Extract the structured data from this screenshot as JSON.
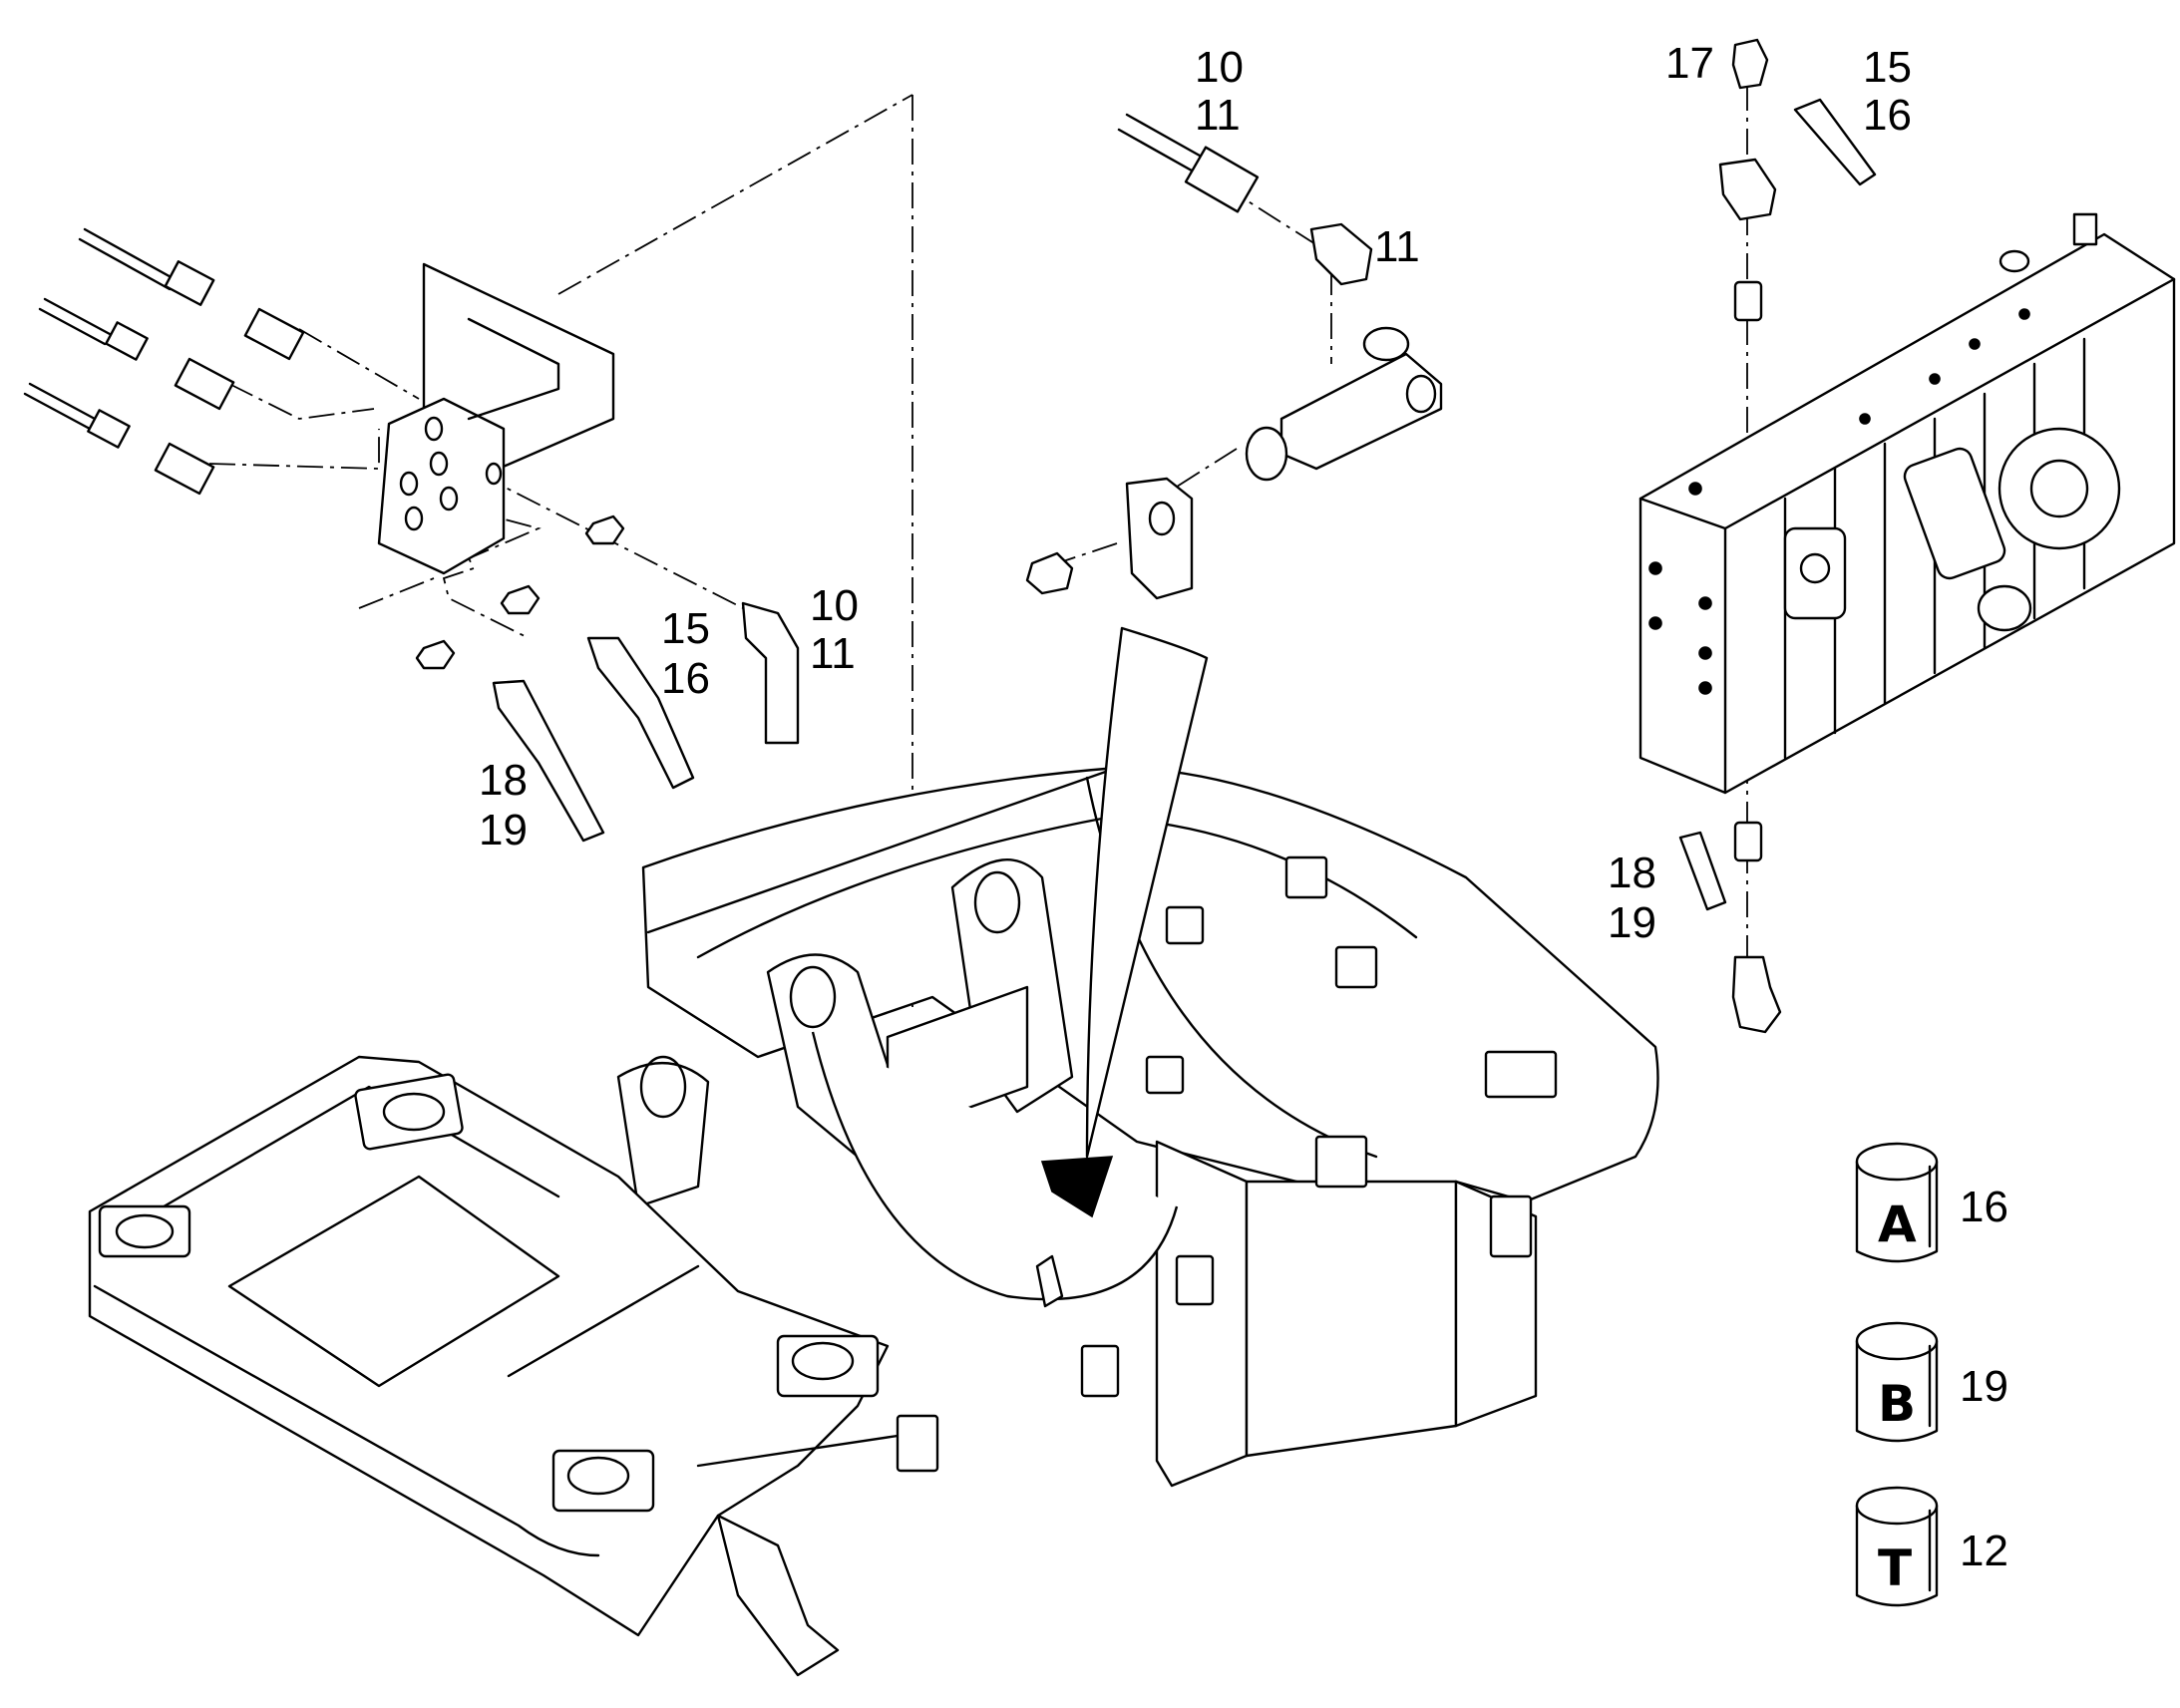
{
  "callouts": {
    "c10a": "10",
    "c11a": "11",
    "c11b": "11",
    "c17": "17",
    "c15a": "15",
    "c16a": "16",
    "c10b": "10",
    "c11c": "11",
    "c15b": "15",
    "c16b": "16",
    "c18a": "18",
    "c19a": "19",
    "c18b": "18",
    "c19b": "19"
  },
  "legend": [
    {
      "letter": "A",
      "number": "16"
    },
    {
      "letter": "B",
      "number": "19"
    },
    {
      "letter": "T",
      "number": "12"
    }
  ]
}
